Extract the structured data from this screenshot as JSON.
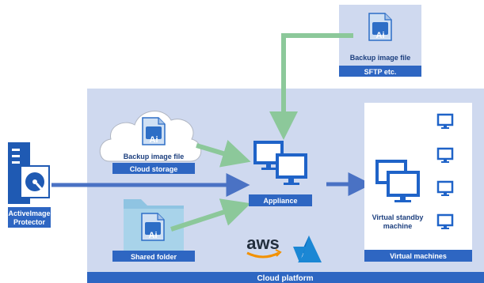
{
  "diagram": {
    "sftp": {
      "file_label": "Backup image file",
      "caption": "SFTP etc."
    },
    "cloud_storage": {
      "file_label": "Backup image file",
      "caption": "Cloud storage"
    },
    "shared_folder": {
      "caption": "Shared folder"
    },
    "protector": {
      "label_line1": "ActiveImage",
      "label_line2": "Protector"
    },
    "appliance": {
      "caption": "Appliance"
    },
    "virtual_machines": {
      "standby_line1": "Virtual standby",
      "standby_line2": "machine",
      "caption": "Virtual machines"
    },
    "platform": {
      "caption": "Cloud platform"
    },
    "logos": {
      "aws": "aws"
    },
    "file_icon_text": "Ai"
  },
  "colors": {
    "platform_bg": "#cfd9ef",
    "platform_bar": "#2e66c2",
    "label_bar": "#2e66c2",
    "arrow_blue": "#4a72c4",
    "arrow_green": "#8cc89a",
    "monitor": "#1f63c8",
    "server": "#1f5ab3",
    "azure": "#1b87d4",
    "aws_orange": "#f29100",
    "aws_text": "#232f3e"
  }
}
